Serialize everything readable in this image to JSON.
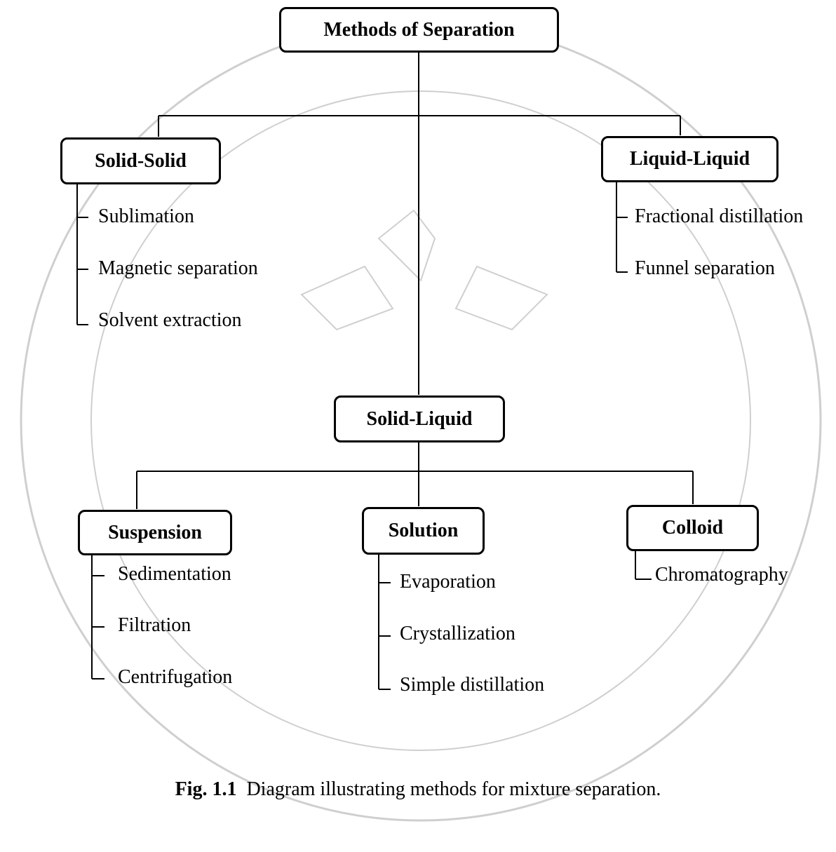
{
  "root": {
    "label": "Methods of Separation"
  },
  "categories": {
    "solid_solid": {
      "label": "Solid-Solid",
      "methods": [
        "Sublimation",
        "Magnetic separation",
        "Solvent extraction"
      ]
    },
    "liquid_liquid": {
      "label": "Liquid-Liquid",
      "methods": [
        "Fractional distillation",
        "Funnel separation"
      ]
    },
    "solid_liquid": {
      "label": "Solid-Liquid",
      "suspension": {
        "label": "Suspension",
        "methods": [
          "Sedimentation",
          "Filtration",
          "Centrifugation"
        ]
      },
      "solution": {
        "label": "Solution",
        "methods": [
          "Evaporation",
          "Crystallization",
          "Simple distillation"
        ]
      },
      "colloid": {
        "label": "Colloid",
        "methods": [
          "Chromatography"
        ]
      }
    }
  },
  "caption": {
    "number": "Fig. 1.1",
    "text": "Diagram illustrating methods for mixture separation."
  },
  "colors": {
    "line": "#000000",
    "watermark": "#cfcfcf"
  }
}
